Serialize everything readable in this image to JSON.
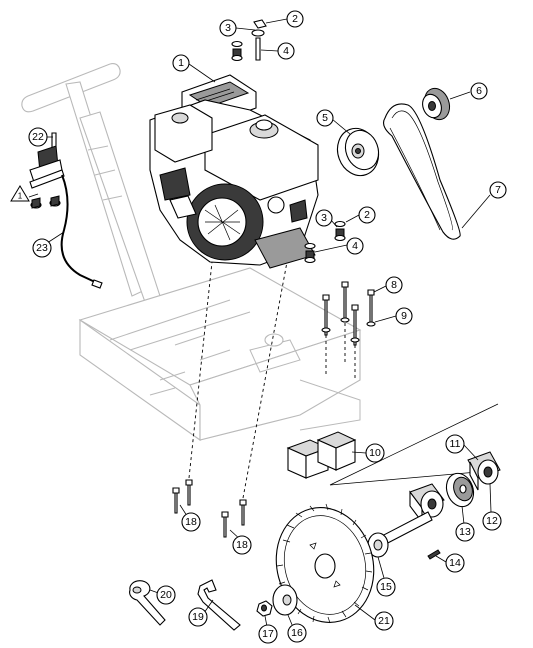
{
  "callouts": [
    {
      "id": "c1",
      "label": "1"
    },
    {
      "id": "c2a",
      "label": "2"
    },
    {
      "id": "c3a",
      "label": "3"
    },
    {
      "id": "c4a",
      "label": "4"
    },
    {
      "id": "c5",
      "label": "5"
    },
    {
      "id": "c6",
      "label": "6"
    },
    {
      "id": "c7",
      "label": "7"
    },
    {
      "id": "c2b",
      "label": "2"
    },
    {
      "id": "c3b",
      "label": "3"
    },
    {
      "id": "c4b",
      "label": "4"
    },
    {
      "id": "c8",
      "label": "8"
    },
    {
      "id": "c9",
      "label": "9"
    },
    {
      "id": "c10",
      "label": "10"
    },
    {
      "id": "c11",
      "label": "11"
    },
    {
      "id": "c12",
      "label": "12"
    },
    {
      "id": "c13",
      "label": "13"
    },
    {
      "id": "c14",
      "label": "14"
    },
    {
      "id": "c15",
      "label": "15"
    },
    {
      "id": "c16",
      "label": "16"
    },
    {
      "id": "c17",
      "label": "17"
    },
    {
      "id": "c18a",
      "label": "18"
    },
    {
      "id": "c18b",
      "label": "18"
    },
    {
      "id": "c19",
      "label": "19"
    },
    {
      "id": "c20",
      "label": "20"
    },
    {
      "id": "c21",
      "label": "21"
    },
    {
      "id": "c22",
      "label": "22"
    },
    {
      "id": "c23",
      "label": "23"
    }
  ],
  "warning": {
    "symbol": "1"
  }
}
